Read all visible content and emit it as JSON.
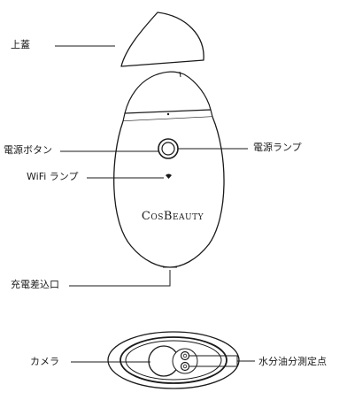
{
  "labels": {
    "cap": "上蓋",
    "power_button": "電源ボタン",
    "power_lamp": "電源ランプ",
    "wifi_lamp": "WiFi ランプ",
    "charging_port": "充電差込口",
    "camera": "カメラ",
    "sensors": "水分油分測定点"
  },
  "brand": {
    "c": "C",
    "os": "OS",
    "b": "B",
    "eauty": "EAUTY"
  },
  "icons": {
    "wifi": "wifi-icon"
  },
  "colors": {
    "line": "#1a1a1a",
    "fill": "#ffffff"
  }
}
